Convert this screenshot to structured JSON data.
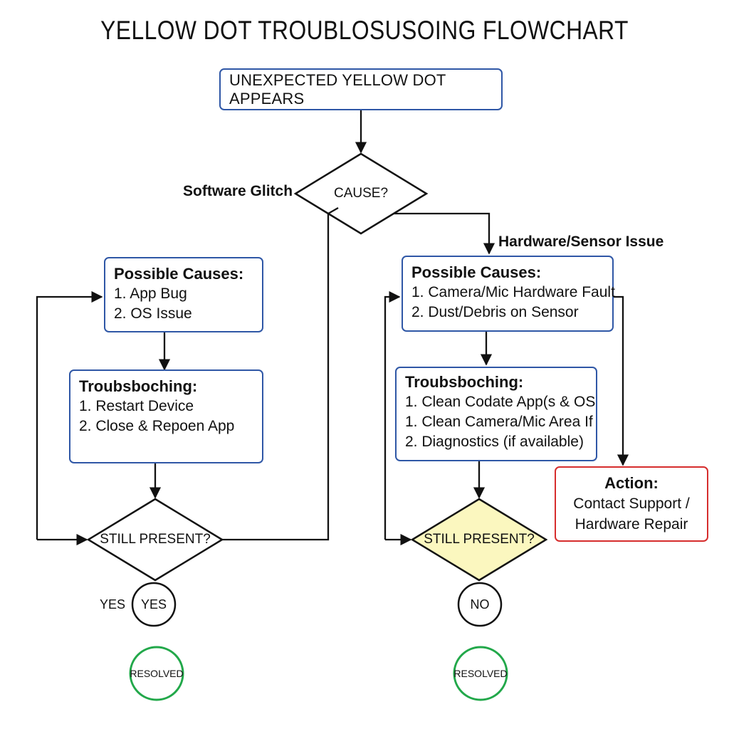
{
  "title": "YELLOW DOT TROUBLOSUSOING FLOWCHART",
  "start": "UNEXPECTED YELLOW DOT APPEARS",
  "decision_cause": "CAUSE?",
  "branch_software": "Software Glitch",
  "branch_hardware": "Hardware/Sensor Issue",
  "left": {
    "causes": {
      "heading": "Possible Causes:",
      "items": [
        "1. App Bug",
        "2. OS Issue"
      ]
    },
    "troubleshooting": {
      "heading": "Troubsboching:",
      "items": [
        "1. Restart Device",
        "2. Close & Repoen App"
      ]
    },
    "decision": "STILL PRESENT?",
    "side_label": "YES",
    "circle": "YES",
    "resolved": "RESOLVED"
  },
  "right": {
    "causes": {
      "heading": "Possible Causes:",
      "items": [
        "1. Camera/Mic Hardware Fault",
        "2. Dust/Debris on Sensor"
      ]
    },
    "troubleshooting": {
      "heading": "Troubsboching:",
      "items": [
        "1. Clean Codate App(s & OS",
        "1. Clean Camera/Mic Area If",
        "2.  Diagnostics (if available)"
      ]
    },
    "decision": "STILL PRESENT?",
    "circle": "NO",
    "resolved": "RESOLVED"
  },
  "action": {
    "heading": "Action:",
    "items": [
      "Contact Support /",
      "Hardware Repair"
    ]
  },
  "colors": {
    "box_border": "#2f57a6",
    "action_border": "#d62d2d",
    "resolved_border": "#22a84a",
    "highlight_fill": "#fbf7bf"
  }
}
